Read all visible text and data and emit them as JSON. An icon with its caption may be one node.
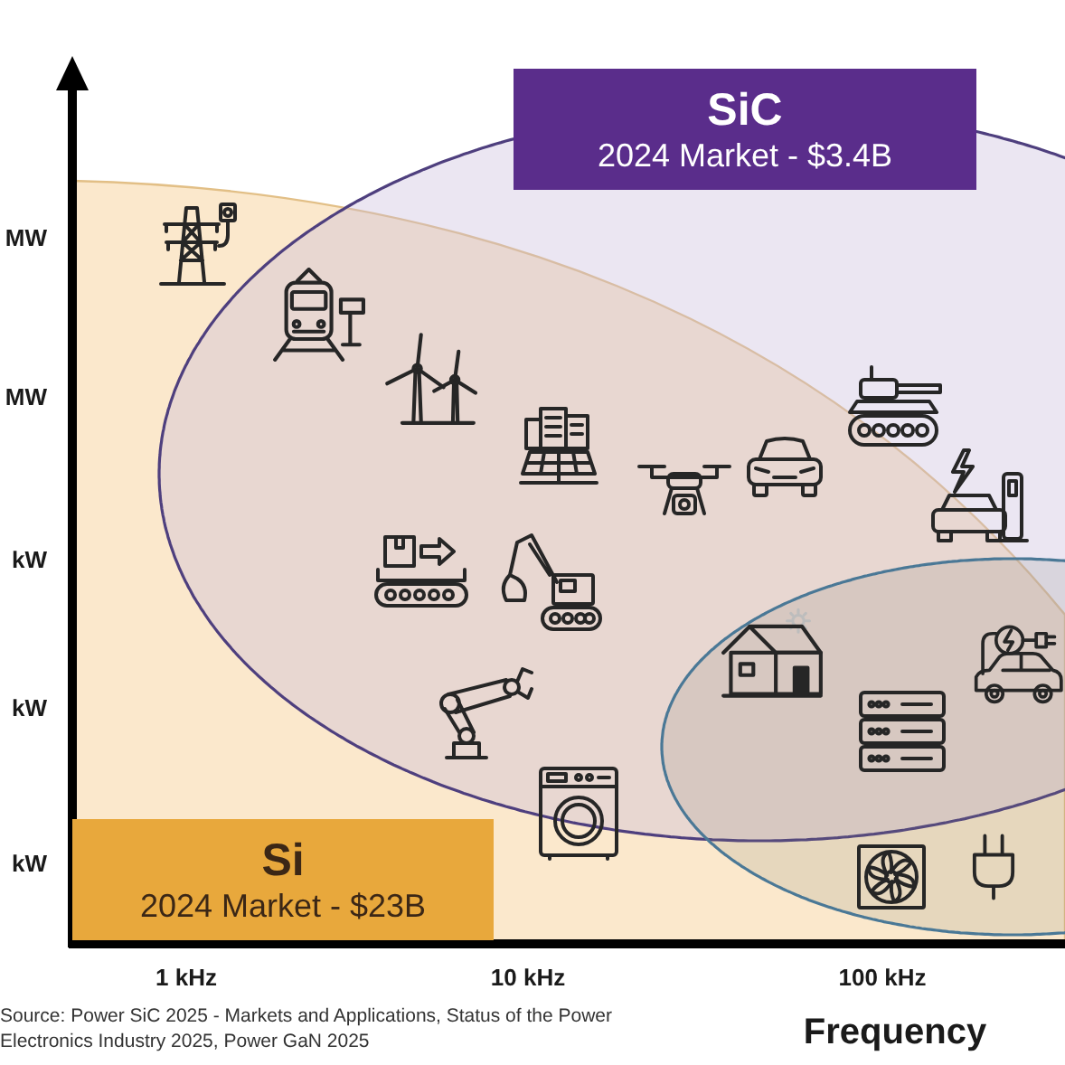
{
  "diagram": {
    "caption": "Source: Power SiC 2025 - Markets and Applications, Status of the Power Electronics Industry 2025, Power GaN 2025",
    "nodes": [
      {
        "text": [
          "Si",
          "2024 Market - $23B"
        ]
      },
      {
        "text": [
          "SiC",
          "2024 Market - $3.4B"
        ]
      }
    ],
    "labels": [
      "MW",
      "MW",
      "kW",
      "kW",
      "kW",
      "1 kHz",
      "10 kHz",
      "100 kHz",
      "Frequency"
    ]
  }
}
